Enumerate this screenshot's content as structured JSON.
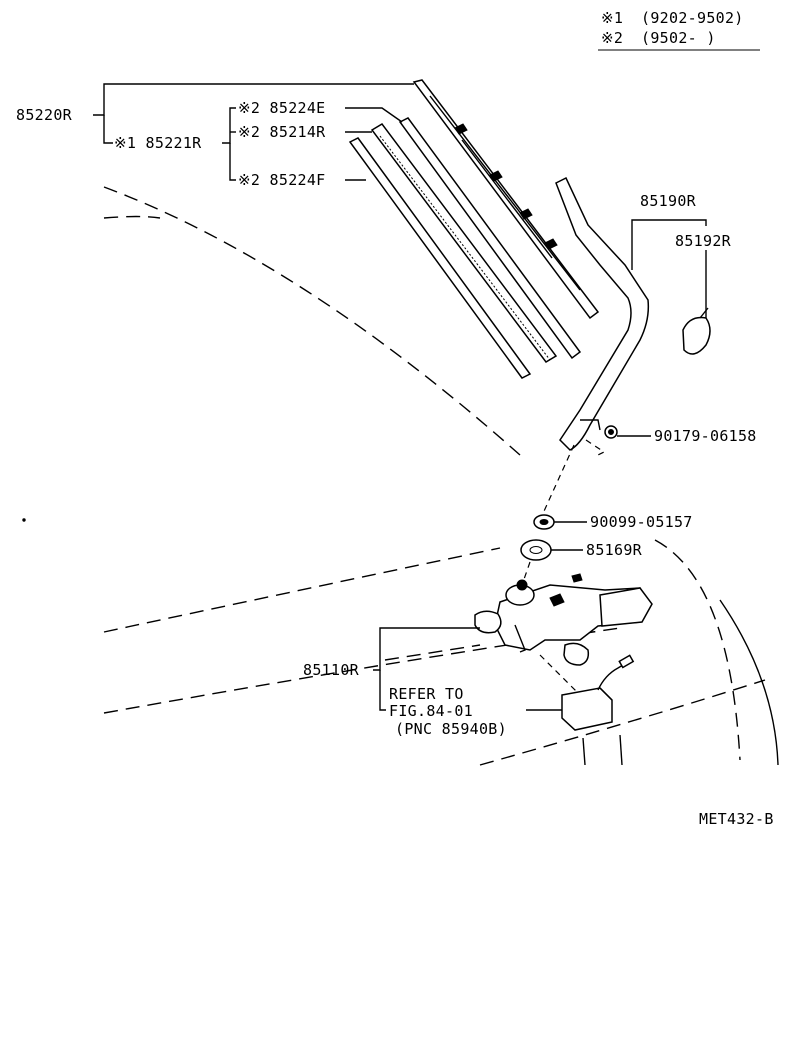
{
  "legend": [
    {
      "mark": "※1",
      "range": "(9202-9502)"
    },
    {
      "mark": "※2",
      "range": "(9502-     )"
    }
  ],
  "parts": {
    "blade_assy": "85220R",
    "blade_sub": "※1 85221R",
    "blade_holder": "※2 85224E",
    "blade_rubber": "※2 85214R",
    "blade_backing": "※2 85224F",
    "arm": "85190R",
    "arm_cap": "85192R",
    "nut": "90179-06158",
    "washer": "90099-05157",
    "cushion": "85169R",
    "motor": "85110R"
  },
  "refer": {
    "line1": "REFER TO",
    "line2": "FIG.84-01",
    "line3": "(PNC 85940B)"
  },
  "figure_code": "MET432-B"
}
